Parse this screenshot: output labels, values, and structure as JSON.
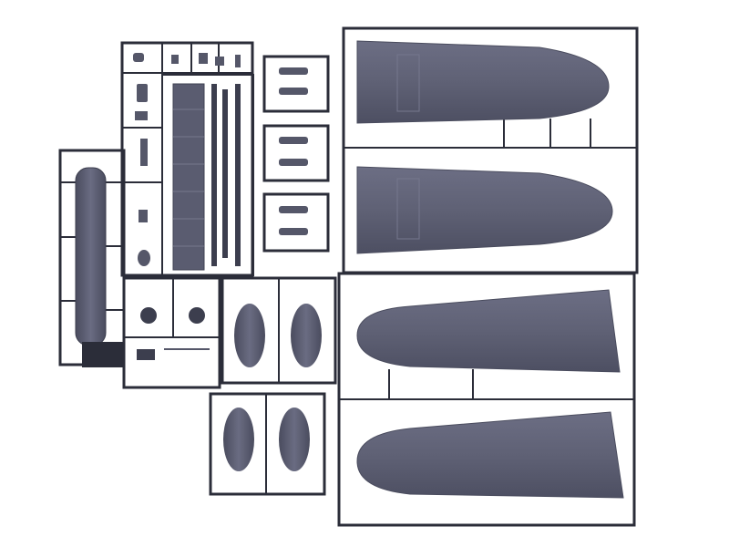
{
  "scene": {
    "kind": "plastic model kit sprue sheet",
    "background_color": "#ffffff",
    "plastic_color": "#5f6175",
    "frame_color": "#2b2d39",
    "highlight_color": "#8a8ca3"
  },
  "groups": [
    {
      "name": "fuselage-sprue"
    },
    {
      "name": "small-parts-sprue"
    },
    {
      "name": "cockpit-floor-sprue"
    },
    {
      "name": "cowling-sprue"
    },
    {
      "name": "upper-wing-sprue"
    },
    {
      "name": "lower-wing-sprue"
    }
  ]
}
